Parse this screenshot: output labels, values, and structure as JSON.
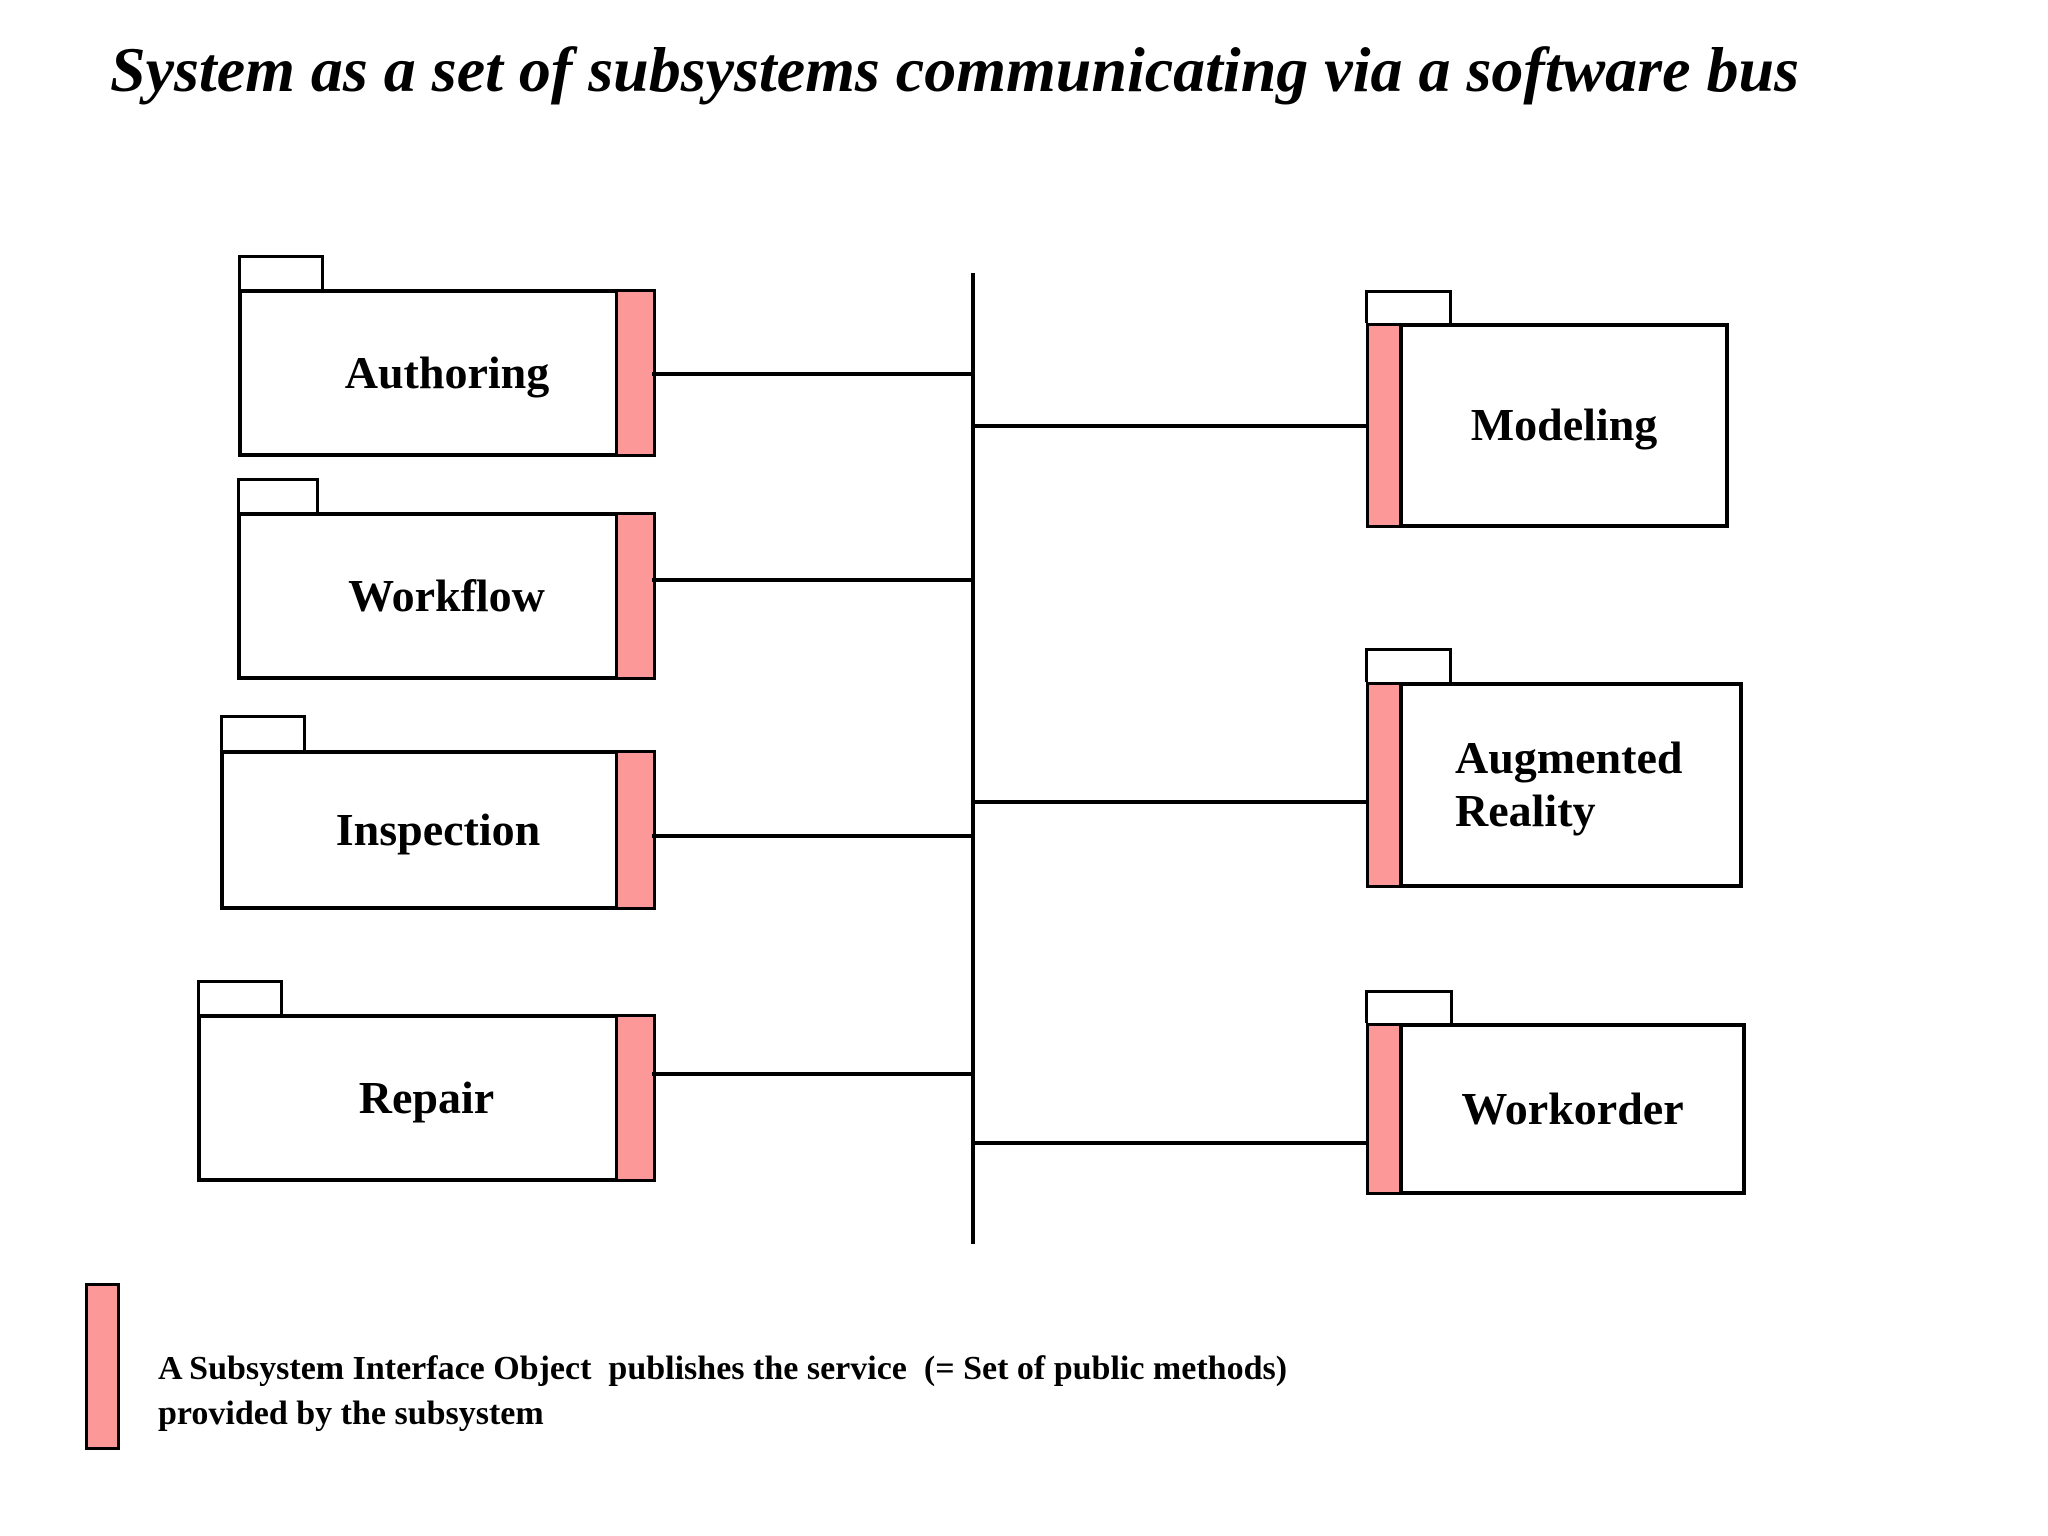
{
  "title": "System as a set of subsystems communicating via a software bus",
  "diagram": {
    "bus_name": "software-bus",
    "left_subsystems": [
      {
        "label": "Authoring"
      },
      {
        "label": "Workflow"
      },
      {
        "label": "Inspection"
      },
      {
        "label": "Repair"
      }
    ],
    "right_subsystems": [
      {
        "label": "Modeling"
      },
      {
        "label": "Augmented Reality"
      },
      {
        "label": "Workorder"
      }
    ]
  },
  "legend": {
    "text": "A Subsystem Interface Object  publishes the service  (= Set of public methods)\nprovided by the subsystem"
  },
  "colors": {
    "interface_bar": "#FC9898",
    "line": "#000000",
    "background": "#FFFFFF"
  }
}
